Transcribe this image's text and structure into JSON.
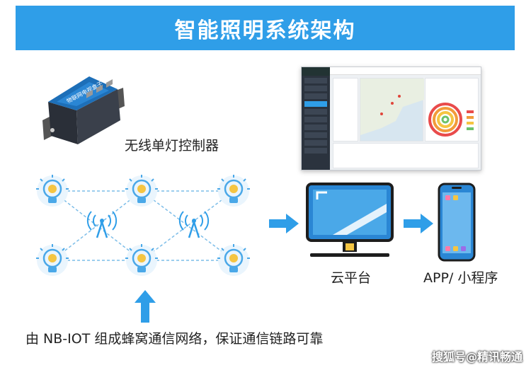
{
  "title": "智能照明系统架构",
  "labels": {
    "controller": "无线单灯控制器",
    "cloud": "云平台",
    "app": "APP/ 小程序",
    "network_desc": "由 NB-IOT 组成蜂窝通信网络，保证通信链路可靠",
    "watermark": "搜狐号@精讯畅通"
  },
  "device_text": "物联网电视盒子",
  "colors": {
    "title_bg": "#2f9ee8",
    "accent": "#2f9ee8",
    "icon_blue": "#4aa8e8",
    "bulb_yellow": "#f5c542",
    "device_body": "#1d6fb8"
  },
  "icons": {
    "bulbs": [
      "bulb-icon",
      "bulb-icon",
      "bulb-icon",
      "bulb-icon",
      "bulb-icon",
      "bulb-icon"
    ],
    "signals": [
      "signal-tower-icon",
      "signal-tower-icon"
    ],
    "arrows": [
      "arrow-right-icon",
      "arrow-right-icon",
      "arrow-up-icon"
    ],
    "monitor": "monitor-icon",
    "phone": "phone-icon"
  }
}
